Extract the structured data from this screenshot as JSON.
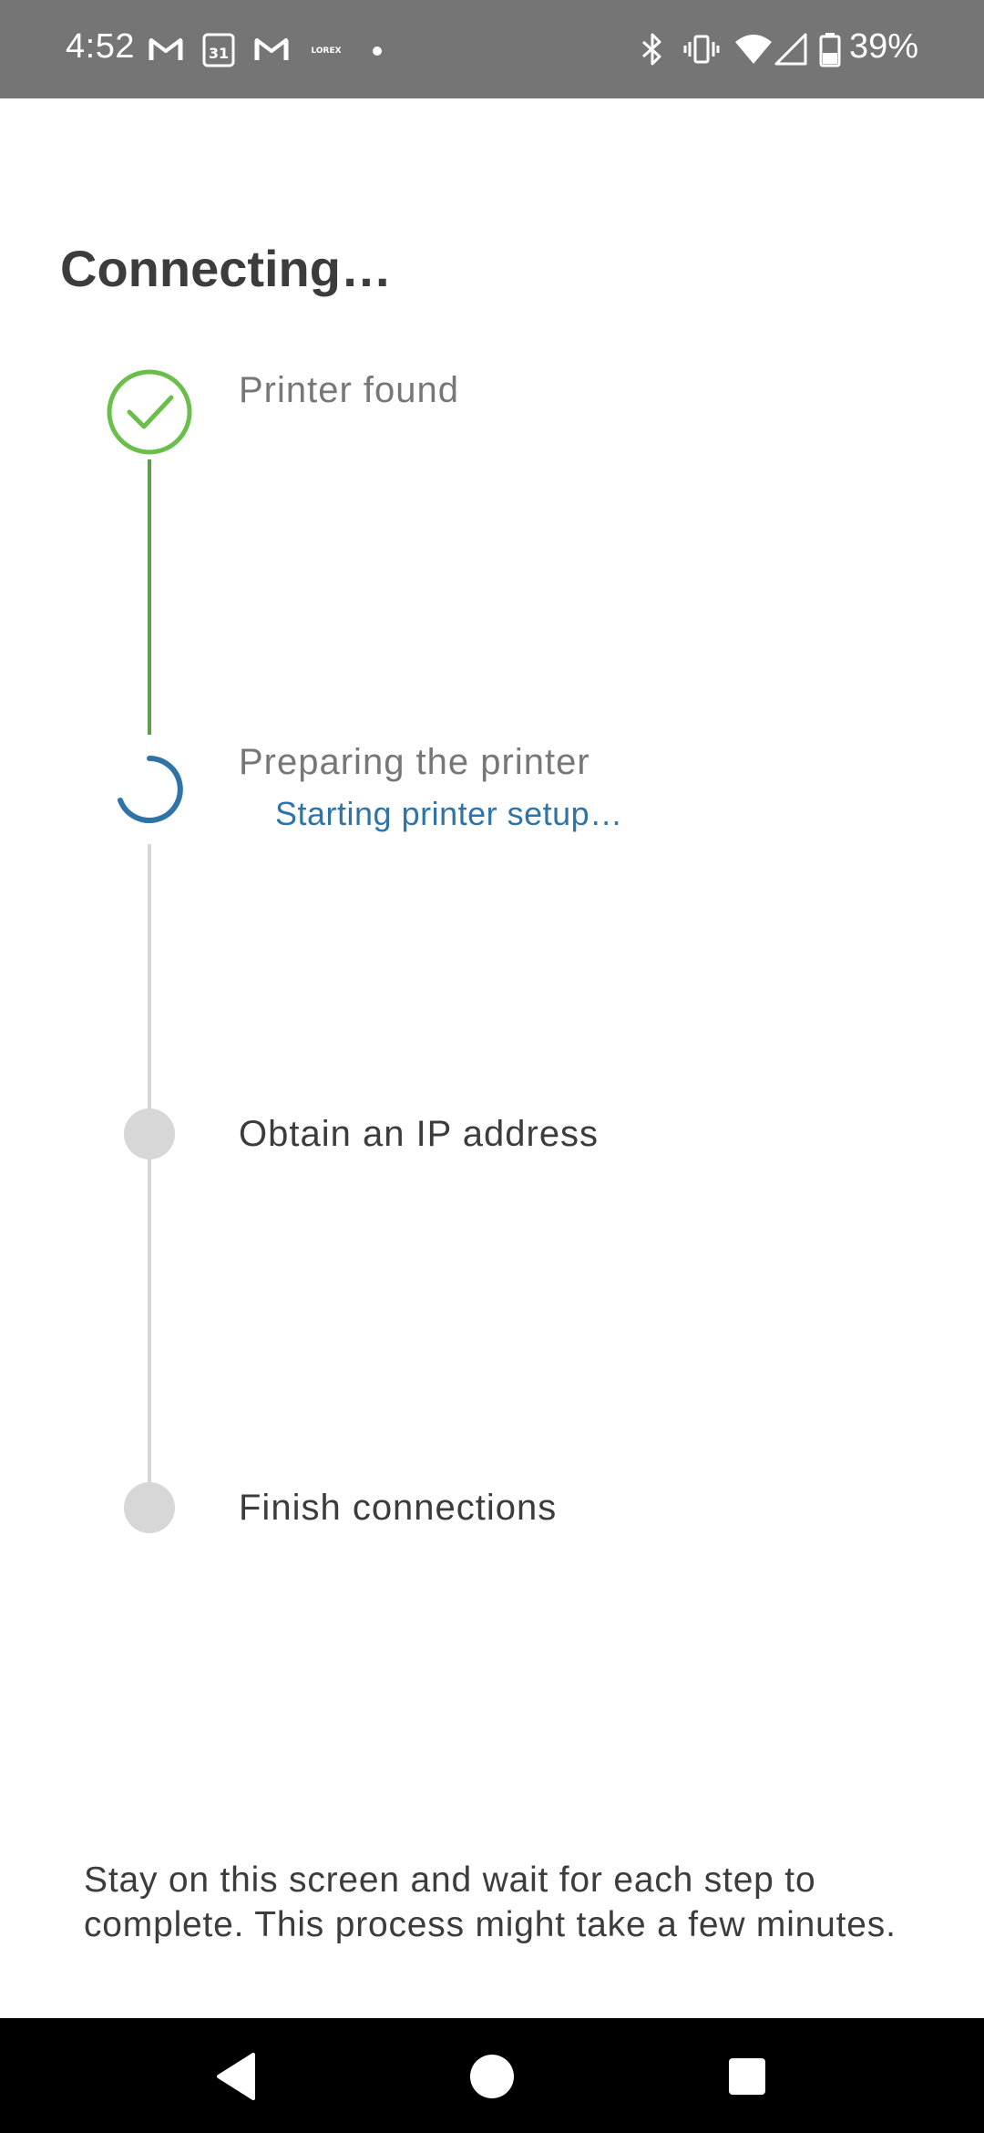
{
  "status_bar": {
    "time": "4:52",
    "battery_percent": "39%",
    "notification_icons": [
      "gmail-icon",
      "calendar-icon",
      "gmail-icon",
      "lorex-icon",
      "dot-icon"
    ],
    "calendar_day": "31",
    "lorex_label": "LOREX",
    "system_icons": [
      "bluetooth-icon",
      "vibrate-icon",
      "wifi-icon",
      "signal-icon",
      "battery-icon"
    ]
  },
  "page": {
    "title": "Connecting…"
  },
  "steps": [
    {
      "label": "Printer found",
      "status": "complete"
    },
    {
      "label": "Preparing the printer",
      "sublabel": "Starting printer setup…",
      "status": "in-progress"
    },
    {
      "label": "Obtain an IP address",
      "status": "pending"
    },
    {
      "label": "Finish connections",
      "status": "pending"
    }
  ],
  "info": {
    "text": "Stay on this screen and wait for each step to complete. This process might take a few minutes."
  },
  "colors": {
    "status_bar_bg": "#757575",
    "complete_green": "#6abf4b",
    "progress_blue": "#2e74a6",
    "pending_gray": "#d7d7d7",
    "nav_bar_bg": "#000000"
  },
  "nav": {
    "buttons": [
      "back-icon",
      "home-icon",
      "recents-icon"
    ]
  }
}
